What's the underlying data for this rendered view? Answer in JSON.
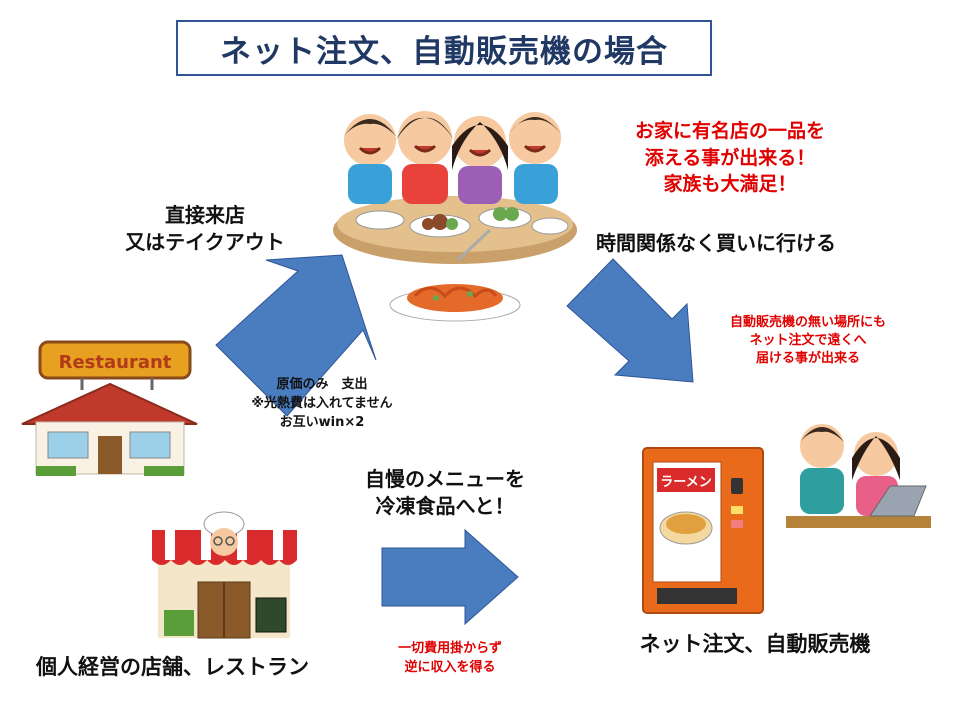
{
  "title": "ネット注文、自動販売機の場合",
  "labels": {
    "direct": [
      "直接来店",
      "又はテイクアウト"
    ],
    "anytime": "時間関係なく買いに行ける",
    "cost": [
      "原価のみ　支出",
      "※光熱費は入れてません",
      "お互いwin×2"
    ],
    "menu": [
      "自慢のメニューを",
      "冷凍食品へと！"
    ],
    "shop": "個人経営の店舗、レストラン",
    "vending": "ネット注文、自動販売機"
  },
  "red_notes": {
    "family": [
      "お家に有名店の一品を",
      "添える事が出来る！",
      "家族も大満足！"
    ],
    "remote": [
      "自動販売機の無い場所にも",
      "ネット注文で遠くへ",
      "届ける事が出来る"
    ],
    "income": [
      "一切費用掛からず",
      "逆に収入を得る"
    ]
  },
  "signs": {
    "restaurant": "Restaurant",
    "ramen": "ラーメン"
  },
  "colors": {
    "arrow": "#4a7cc0",
    "title_border": "#2f5597",
    "title_text": "#1f3864",
    "red": "#e00000"
  }
}
